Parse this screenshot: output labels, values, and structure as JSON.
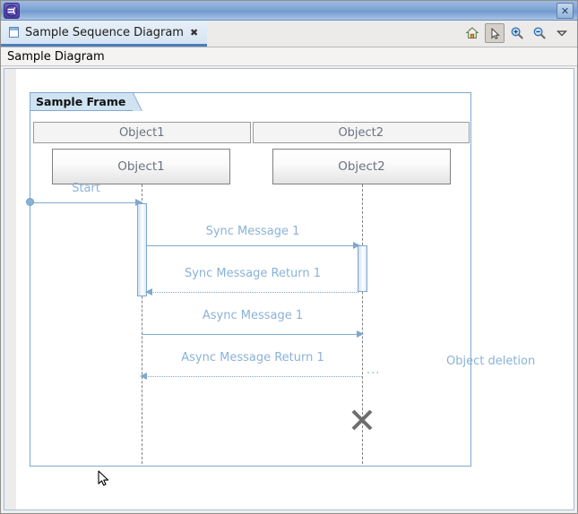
{
  "window": {
    "logo_icon": "eclipse-logo-icon",
    "close_label": "✕",
    "close_icon": "window-close-icon"
  },
  "tab": {
    "doc_icon": "document-icon",
    "title": "Sample Sequence Diagram",
    "close_label": "✖",
    "close_icon": "tab-close-icon"
  },
  "toolbar": {
    "buttons": [
      {
        "name": "home-icon",
        "tooltip": "Home",
        "active": false
      },
      {
        "name": "select-pointer-icon",
        "tooltip": "Select",
        "active": true
      },
      {
        "name": "zoom-in-icon",
        "tooltip": "Zoom In",
        "active": false
      },
      {
        "name": "zoom-out-icon",
        "tooltip": "Zoom Out",
        "active": false
      },
      {
        "name": "chevron-down-icon",
        "tooltip": "More",
        "active": false
      }
    ]
  },
  "breadcrumb": {
    "text": "Sample Diagram"
  },
  "diagram": {
    "frame_label": "Sample Frame",
    "headers": [
      "Object1",
      "Object2"
    ],
    "objects": [
      {
        "name": "Object1"
      },
      {
        "name": "Object2"
      }
    ],
    "messages": [
      {
        "label": "Start",
        "kind": "found",
        "line": "solid",
        "direction": "right"
      },
      {
        "label": "Sync Message 1",
        "kind": "sync",
        "line": "solid",
        "direction": "right"
      },
      {
        "label": "Sync Message Return 1",
        "kind": "return",
        "line": "dotted",
        "direction": "left"
      },
      {
        "label": "Async Message 1",
        "kind": "async",
        "line": "solid",
        "direction": "right"
      },
      {
        "label": "Async Message Return 1",
        "kind": "return",
        "line": "dotted",
        "direction": "left"
      }
    ],
    "deletion": {
      "label": "Object deletion",
      "tail": "···",
      "marker_icon": "object-deletion-x-icon"
    }
  },
  "colors": {
    "accent": "#7fa8cd",
    "message_text": "#8ab2d6",
    "frame_label_bg": "#cfe3f2",
    "object_text": "#6b7280",
    "deletion_marker": "#6e6e6e"
  },
  "cursor": {
    "icon": "mouse-pointer-icon"
  }
}
